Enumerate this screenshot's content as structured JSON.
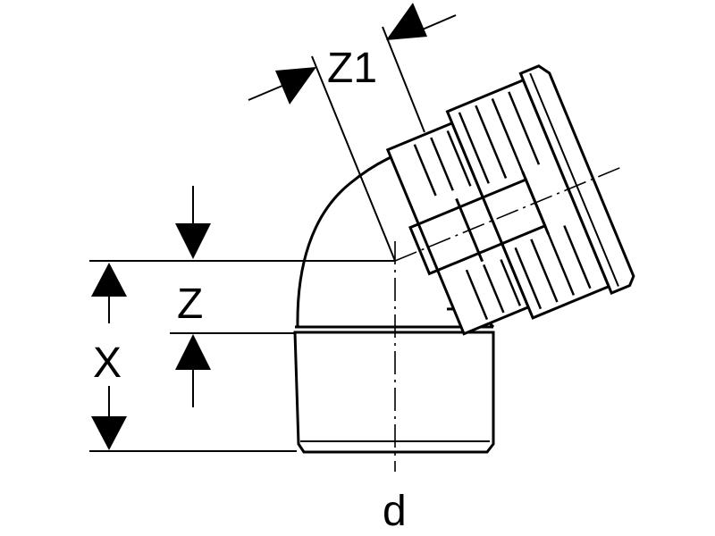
{
  "labels": {
    "z1": "Z1",
    "z": "Z",
    "x": "X",
    "d": "d"
  },
  "fitting": {
    "bend_angle_deg": 67.5
  }
}
